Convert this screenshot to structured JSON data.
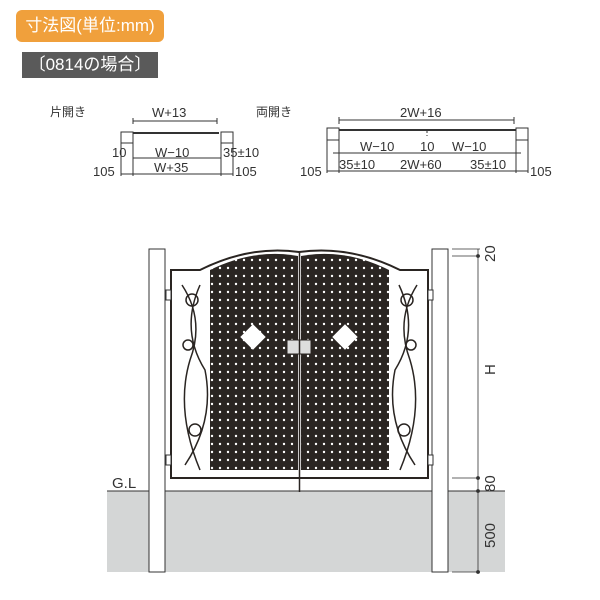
{
  "header": {
    "title": "寸法図(単位:mm)",
    "case_label": "〔0814の場合〕"
  },
  "single": {
    "label": "片開き",
    "top": "W+13",
    "inner": "W−10",
    "left_gap": "10",
    "right_gap": "35±10",
    "total": "W+35",
    "left_post": "105",
    "right_post": "105"
  },
  "double": {
    "label": "両開き",
    "top": "2W+16",
    "left_inner": "W−10",
    "center_gap": "10",
    "right_inner": "W−10",
    "left_gap": "35±10",
    "total": "2W+60",
    "right_gap": "35±10",
    "left_post": "105",
    "right_post": "105"
  },
  "elevation": {
    "ground_label": "G.L",
    "top_dim": "20",
    "height_dim": "H",
    "bottom_dim": "80",
    "embed_dim": "500"
  },
  "colors": {
    "accent": "#f0a03c",
    "label_bg": "#5a5a5a",
    "ground": "#d4d6d6",
    "iron": "#2a2522"
  }
}
